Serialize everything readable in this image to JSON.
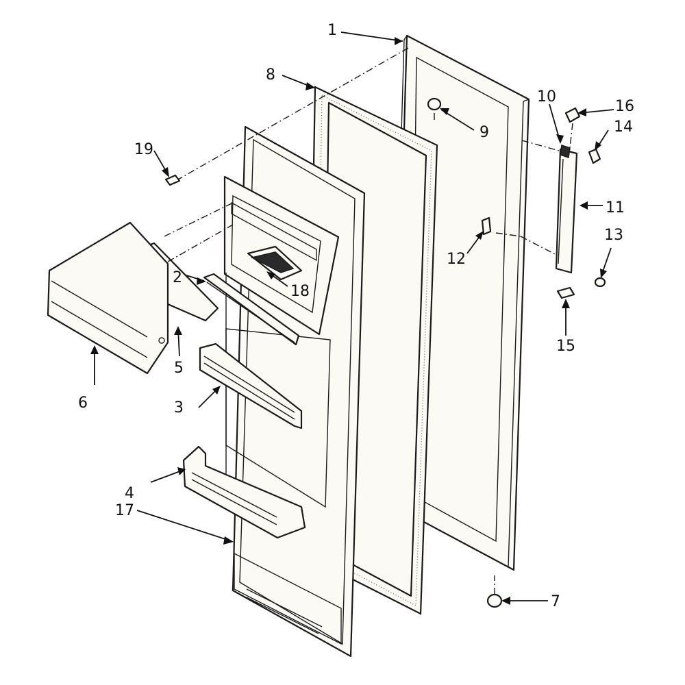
{
  "callouts": [
    {
      "id": "p1",
      "number": "1"
    },
    {
      "id": "p2",
      "number": "2"
    },
    {
      "id": "p3",
      "number": "3"
    },
    {
      "id": "p4",
      "number": "4"
    },
    {
      "id": "p5",
      "number": "5"
    },
    {
      "id": "p6",
      "number": "6"
    },
    {
      "id": "p7",
      "number": "7"
    },
    {
      "id": "p8",
      "number": "8"
    },
    {
      "id": "p9",
      "number": "9"
    },
    {
      "id": "p10",
      "number": "10"
    },
    {
      "id": "p11",
      "number": "11"
    },
    {
      "id": "p12",
      "number": "12"
    },
    {
      "id": "p13",
      "number": "13"
    },
    {
      "id": "p14",
      "number": "14"
    },
    {
      "id": "p15",
      "number": "15"
    },
    {
      "id": "p16",
      "number": "16"
    },
    {
      "id": "p17",
      "number": "17"
    },
    {
      "id": "p18",
      "number": "18"
    },
    {
      "id": "p19",
      "number": "19"
    }
  ],
  "colors": {
    "line": "#1a1a1a",
    "paper": "#ffffff"
  }
}
